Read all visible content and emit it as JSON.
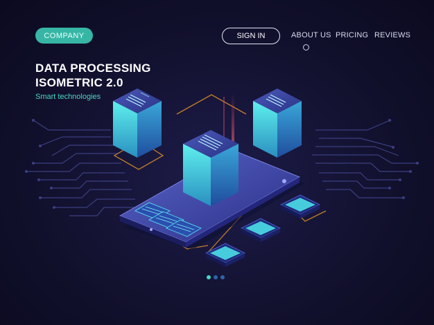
{
  "header": {
    "brand_label": "COMPANY",
    "signin_label": "SIGN IN",
    "nav": [
      {
        "label": "ABOUT US"
      },
      {
        "label": "PRICING"
      },
      {
        "label": "REVIEWS"
      }
    ]
  },
  "hero": {
    "title_line1": "DATA PROCESSING",
    "title_line2": "ISOMETRIC 2.0",
    "subtitle": "Smart technologies"
  },
  "pagination": {
    "total": 3,
    "active_index": 0
  },
  "colors": {
    "accent": "#37b6a6",
    "subtitle": "#4bd7c4",
    "background": "#12112e",
    "glow": "#57e7f0"
  },
  "icons": [
    "server-icon",
    "chip-icon",
    "circuit-lines-icon"
  ]
}
